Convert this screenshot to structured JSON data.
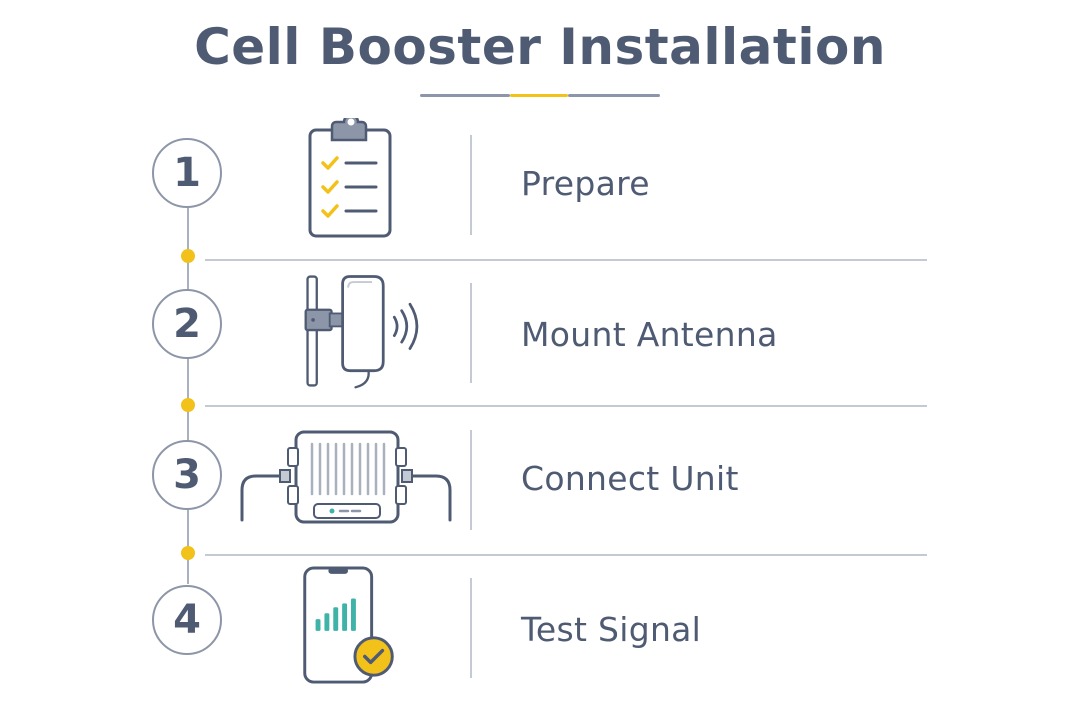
{
  "title": "Cell Booster Installation",
  "colors": {
    "text": "#4f5b73",
    "accent_yellow": "#f2c21a",
    "accent_teal": "#3fb3a8",
    "line_gray": "#a9b1bf"
  },
  "steps": [
    {
      "number": "1",
      "label": "Prepare",
      "icon": "clipboard-checklist-icon"
    },
    {
      "number": "2",
      "label": "Mount Antenna",
      "icon": "panel-antenna-icon"
    },
    {
      "number": "3",
      "label": "Connect Unit",
      "icon": "booster-unit-icon"
    },
    {
      "number": "4",
      "label": "Test Signal",
      "icon": "phone-signal-check-icon"
    }
  ]
}
